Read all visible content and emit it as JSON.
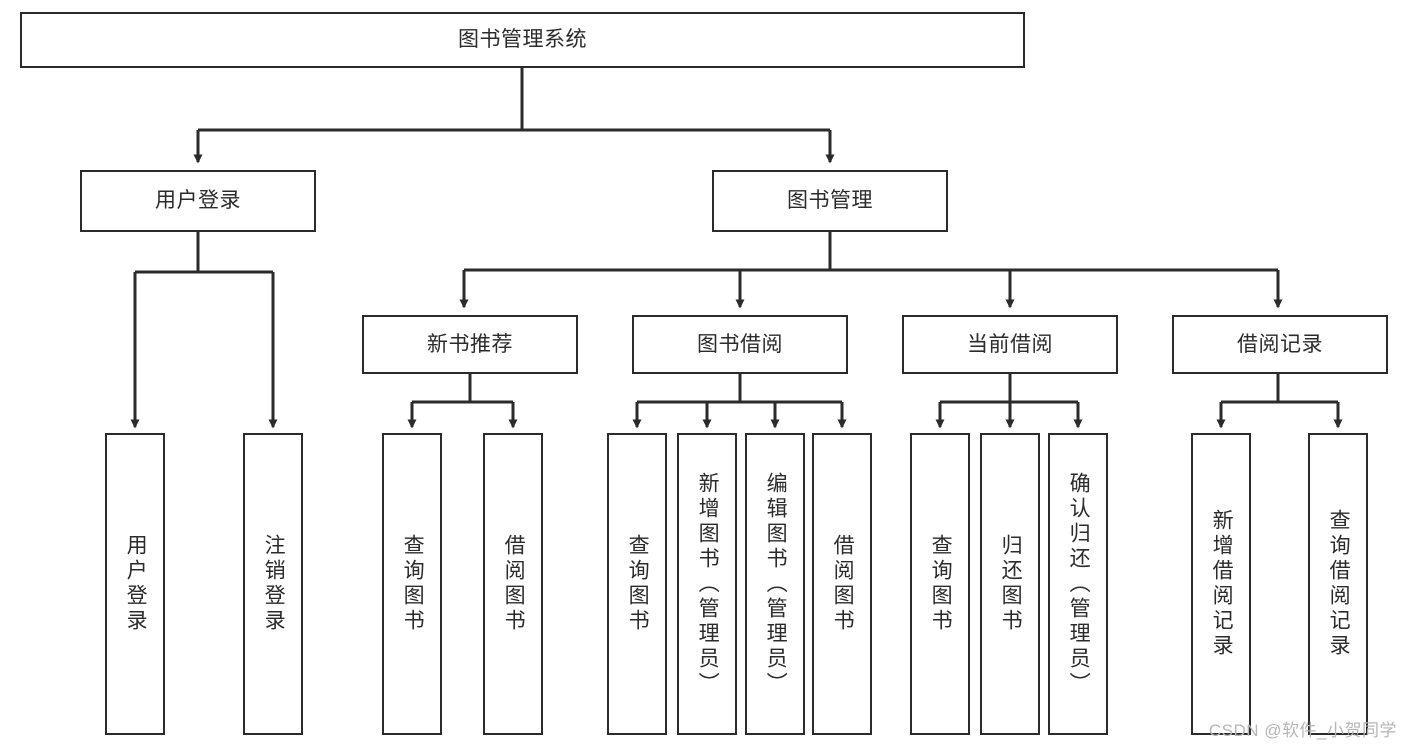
{
  "diagram": {
    "type": "tree-hierarchy",
    "title": "图书管理系统",
    "root": {
      "id": "root",
      "label": "图书管理系统",
      "orientation": "horizontal"
    },
    "level2": [
      {
        "id": "user-login",
        "label": "用户登录",
        "orientation": "horizontal"
      },
      {
        "id": "book-management",
        "label": "图书管理",
        "orientation": "horizontal"
      }
    ],
    "level3": [
      {
        "id": "new-book-recommend",
        "label": "新书推荐",
        "orientation": "horizontal",
        "parent": "book-management"
      },
      {
        "id": "book-borrow",
        "label": "图书借阅",
        "orientation": "horizontal",
        "parent": "book-management"
      },
      {
        "id": "current-borrow",
        "label": "当前借阅",
        "orientation": "horizontal",
        "parent": "book-management"
      },
      {
        "id": "borrow-record",
        "label": "借阅记录",
        "orientation": "horizontal",
        "parent": "book-management"
      }
    ],
    "leaves": [
      {
        "id": "leaf-user-login",
        "label": "用户登录",
        "orientation": "vertical",
        "parent": "user-login"
      },
      {
        "id": "leaf-logout-login",
        "label": "注销登录",
        "orientation": "vertical",
        "parent": "user-login"
      },
      {
        "id": "leaf-query-book-1",
        "label": "查询图书",
        "orientation": "vertical",
        "parent": "new-book-recommend"
      },
      {
        "id": "leaf-borrow-book-1",
        "label": "借阅图书",
        "orientation": "vertical",
        "parent": "new-book-recommend"
      },
      {
        "id": "leaf-query-book-2",
        "label": "查询图书",
        "orientation": "vertical",
        "parent": "book-borrow"
      },
      {
        "id": "leaf-add-book",
        "label": "新增图书（管理员）",
        "orientation": "vertical",
        "parent": "book-borrow"
      },
      {
        "id": "leaf-edit-book",
        "label": "编辑图书（管理员）",
        "orientation": "vertical",
        "parent": "book-borrow"
      },
      {
        "id": "leaf-borrow-book-2",
        "label": "借阅图书",
        "orientation": "vertical",
        "parent": "book-borrow"
      },
      {
        "id": "leaf-query-book-3",
        "label": "查询图书",
        "orientation": "vertical",
        "parent": "current-borrow"
      },
      {
        "id": "leaf-return-book",
        "label": "归还图书",
        "orientation": "vertical",
        "parent": "current-borrow"
      },
      {
        "id": "leaf-confirm-return",
        "label": "确认归还（管理员）",
        "orientation": "vertical",
        "parent": "current-borrow"
      },
      {
        "id": "leaf-add-record",
        "label": "新增借阅记录",
        "orientation": "vertical",
        "parent": "borrow-record"
      },
      {
        "id": "leaf-query-record",
        "label": "查询借阅记录",
        "orientation": "vertical",
        "parent": "borrow-record"
      }
    ],
    "colors": {
      "stroke": "#2b2b2b",
      "fill": "#ffffff",
      "text": "#2b2b2b",
      "watermark": "#b6b6b6"
    }
  },
  "watermark": {
    "text": "CSDN @软件_小贺同学"
  }
}
